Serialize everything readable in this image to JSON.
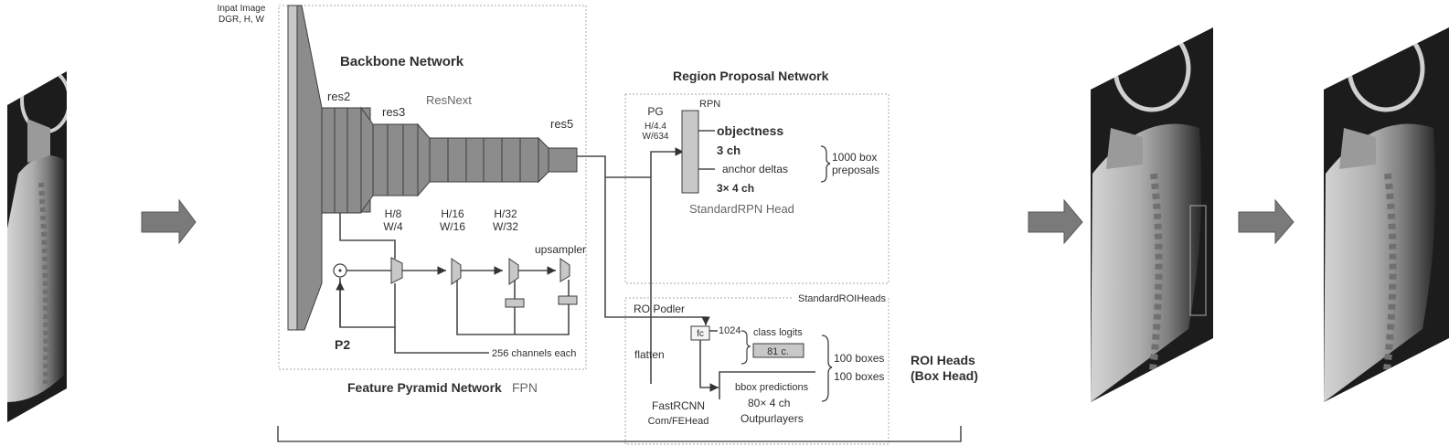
{
  "input": {
    "label_line1": "Inpat Image",
    "label_line2": "DGR, H, W"
  },
  "backbone": {
    "title": "Backbone Network",
    "subtitle": "ResNext",
    "stages": [
      "res2",
      "res3",
      "res5"
    ],
    "scales": [
      {
        "h": "H/8",
        "w": "W/4"
      },
      {
        "h": "H/16",
        "w": "W/16"
      },
      {
        "h": "H/32",
        "w": "W/32"
      }
    ]
  },
  "fpn": {
    "title": "Feature Pyramid Network",
    "abbr": "FPN",
    "upsampler_label": "upsampler",
    "p_label": "P2",
    "channels_label": "256 channels each"
  },
  "rpn": {
    "title": "Region Proposal Network",
    "box_label": "RPN",
    "pg_label": "PG",
    "pg_h": "H/4.4",
    "pg_w": "W/634",
    "objectness": "objectness",
    "objectness_ch": "3 ch",
    "anchor_deltas": "anchor deltas",
    "anchor_ch": "3× 4 ch",
    "proposals_line1": "1000 box",
    "proposals_line2": "preposals",
    "head_label": "StandardRPN Head"
  },
  "roi": {
    "container_label": "StandardROIHeads",
    "pooler_label": "RO Podler",
    "flatten_label": "flatten",
    "fc_label": "fc",
    "fc_dim": "1024",
    "class_logits": "class logits",
    "class_count": "81 c.",
    "bbox_predictions": "bbox predictions",
    "bbox_ch": "80× 4 ch",
    "output_layers": "Outpurlayers",
    "box_head_line1": "FastRCNN",
    "box_head_line2": "Com/FEHead",
    "boxes_line1": "100 boxes",
    "boxes_line2": "100 boxes",
    "heads_title_line1": "ROI Heads",
    "heads_title_line2": "(Box Head)"
  },
  "images": [
    {
      "name": "input-xray",
      "description": "lateral spine X-ray (input)"
    },
    {
      "name": "detection-xray",
      "description": "lateral spine X-ray with predicted box"
    },
    {
      "name": "output-xray",
      "description": "lateral spine X-ray (output)"
    }
  ],
  "colors": {
    "block": "#8c8c8c",
    "block_light": "#c8c8c8",
    "arrow": "#7a7a7a",
    "wire": "#4a4a4a",
    "dashed": "#a8a8a8"
  }
}
